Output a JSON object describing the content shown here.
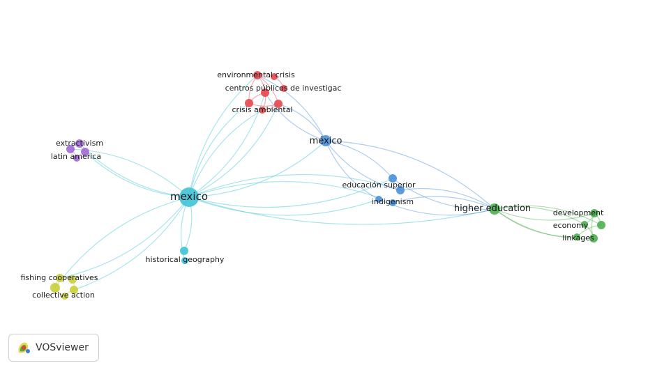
{
  "app": {
    "name": "VOSviewer"
  },
  "clusters": {
    "red": "#e5474f",
    "blue": "#4a90d9",
    "green": "#4caf50",
    "purple": "#a16bd6",
    "cyan": "#3fc3d6",
    "yellow": "#c9cf3a"
  },
  "labels": {
    "environmental_crisis": "environmental crisis",
    "centros_publicos": "centros públicos de investigac",
    "crisis_ambiental": "crisis ambiental",
    "mexico_accent": "méxico",
    "extractivism": "extractivism",
    "latin_america": "latin america",
    "mexico": "mexico",
    "educacion_superior": "educación superior",
    "indigenism": "indigenism",
    "higher_education": "higher education",
    "development": "development",
    "economy": "economy",
    "linkages": "linkages",
    "historical_geography": "historical geography",
    "fishing_cooperatives": "fishing cooperatives",
    "collective_action": "collective action"
  }
}
